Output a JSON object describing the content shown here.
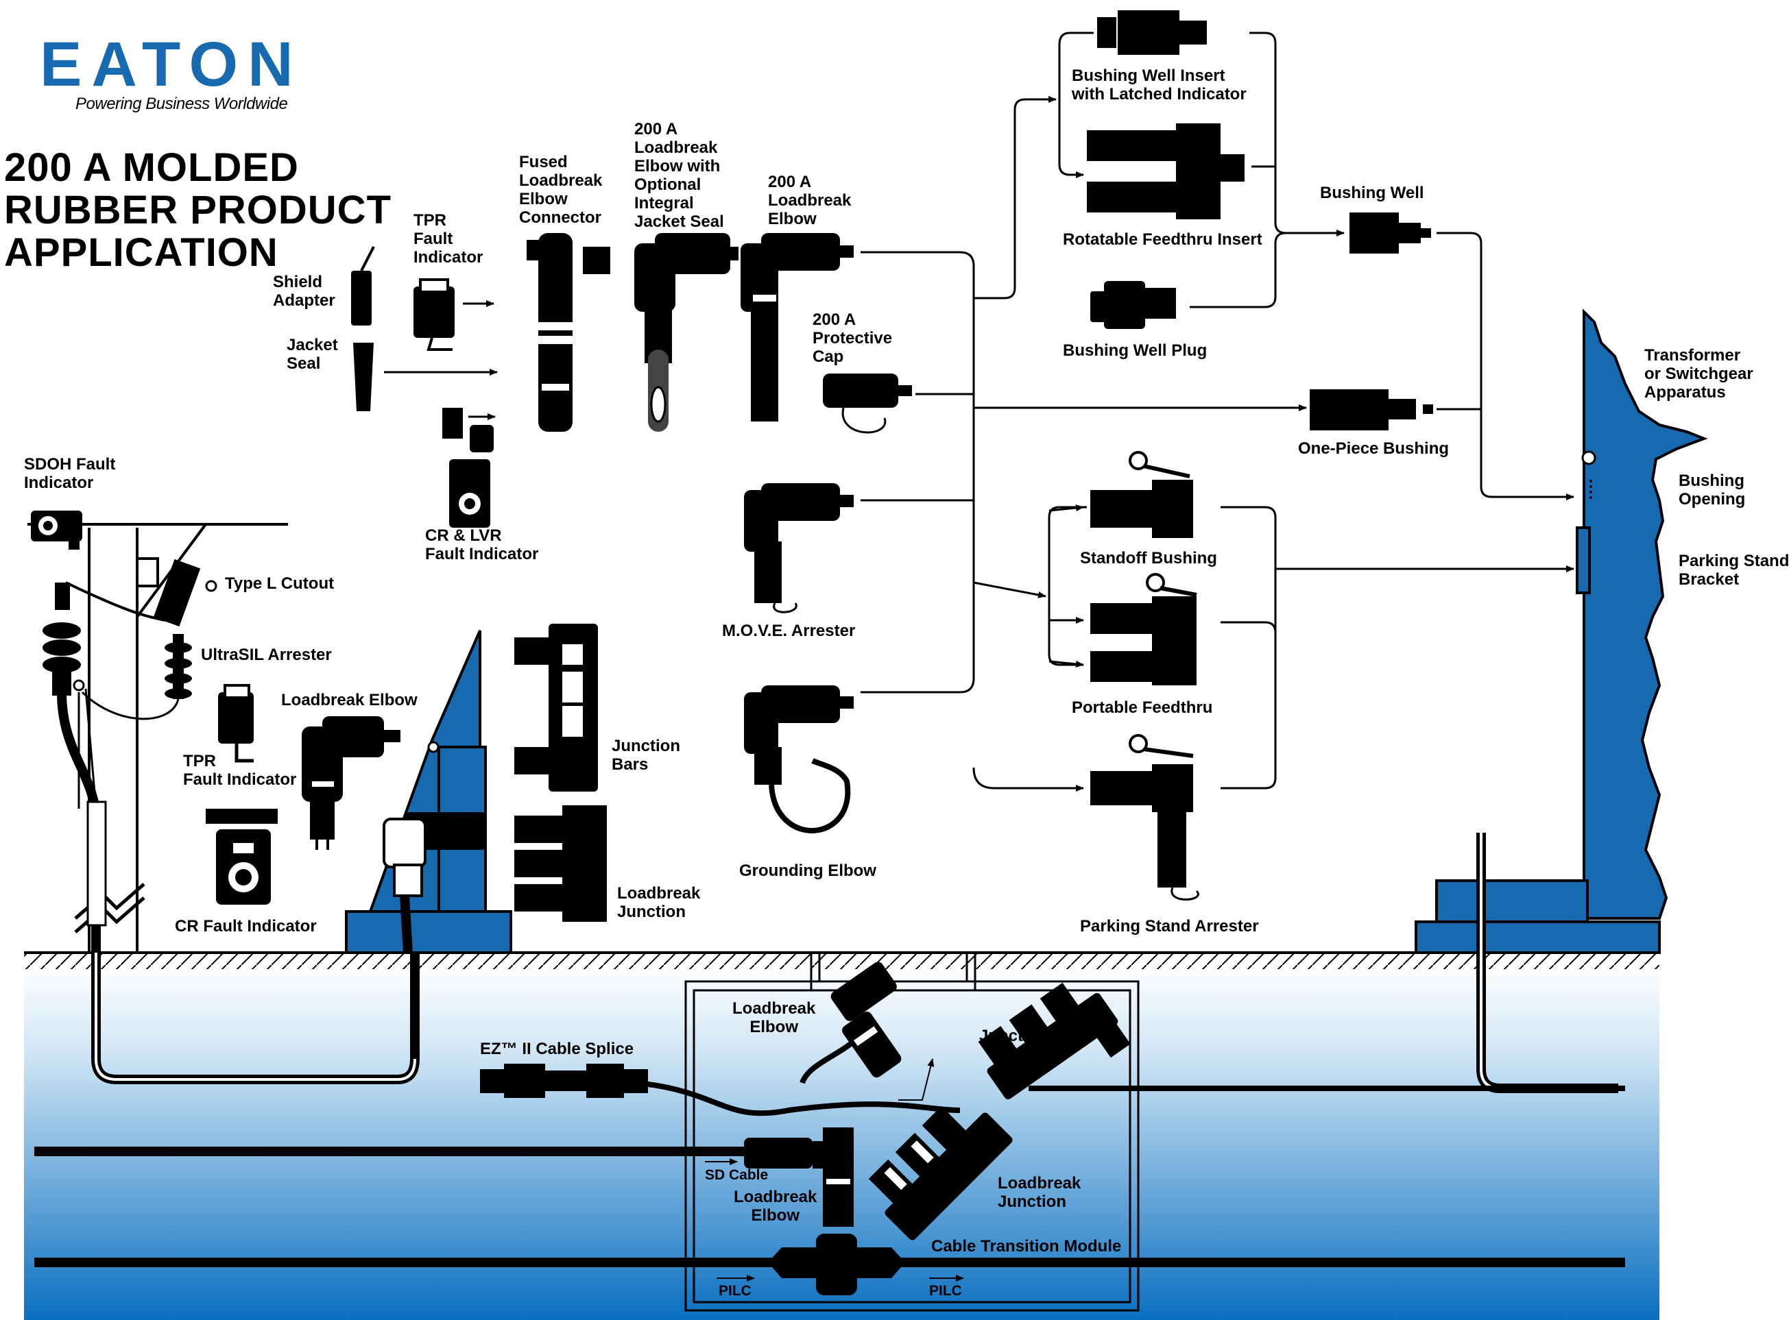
{
  "brand": {
    "name": "EATON",
    "tagline": "Powering Business Worldwide",
    "color": "#1769b0"
  },
  "title": "200 A MOLDED\nRUBBER PRODUCT\nAPPLICATION",
  "colors": {
    "equipment_blue": "#1769b0",
    "ground_gradient_top": "#ffffff",
    "ground_gradient_bottom": "#0a6fc0",
    "product_black": "#000000"
  },
  "labels": {
    "shield_adapter": "Shield\nAdapter",
    "jacket_seal": "Jacket\nSeal",
    "tpr_fault_indicator_top": "TPR\nFault\nIndicator",
    "fused_loadbreak_elbow_connector": "Fused\nLoadbreak\nElbow\nConnector",
    "loadbreak_elbow_optional_jacket": "200 A\nLoadbreak\nElbow with\nOptional\nIntegral\nJacket Seal",
    "loadbreak_elbow_200a": "200 A\nLoadbreak\nElbow",
    "protective_cap": "200 A\nProtective\nCap",
    "cr_lvr_fault_indicator": "CR & LVR\nFault Indicator",
    "move_arrester": "M.O.V.E. Arrester",
    "grounding_elbow": "Grounding Elbow",
    "bushing_well_insert": "Bushing Well Insert\nwith Latched Indicator",
    "rotatable_feedthru_insert": "Rotatable Feedthru Insert",
    "bushing_well_plug": "Bushing Well Plug",
    "bushing_well": "Bushing Well",
    "one_piece_bushing": "One-Piece Bushing",
    "standoff_bushing": "Standoff Bushing",
    "portable_feedthru": "Portable Feedthru",
    "parking_stand_arrester": "Parking Stand Arrester",
    "transformer_apparatus": "Transformer\nor Switchgear\nApparatus",
    "bushing_opening": "Bushing\nOpening",
    "parking_stand_bracket": "Parking Stand\nBracket",
    "sdoh_fault_indicator": "SDOH Fault\nIndicator",
    "type_l_cutout": "Type L Cutout",
    "ultrasil_arrester": "UltraSIL Arrester",
    "loadbreak_elbow_mid": "Loadbreak Elbow",
    "tpr_fault_indicator_mid": "TPR\nFault Indicator",
    "cr_fault_indicator": "CR Fault Indicator",
    "junction_bars_top": "Junction\nBars",
    "loadbreak_junction_top": "Loadbreak\nJunction",
    "ez_cable_splice": "EZ™ II Cable Splice",
    "loadbreak_elbow_underground_top": "Loadbreak\nElbow",
    "junction_bars_underground": "Junction\nBars",
    "sd_cable": "SD Cable",
    "loadbreak_elbow_underground_bottom": "Loadbreak\nElbow",
    "loadbreak_junction_underground": "Loadbreak\nJunction",
    "cable_transition_module": "Cable Transition Module",
    "pilc_left": "PILC",
    "pilc_right": "PILC"
  }
}
